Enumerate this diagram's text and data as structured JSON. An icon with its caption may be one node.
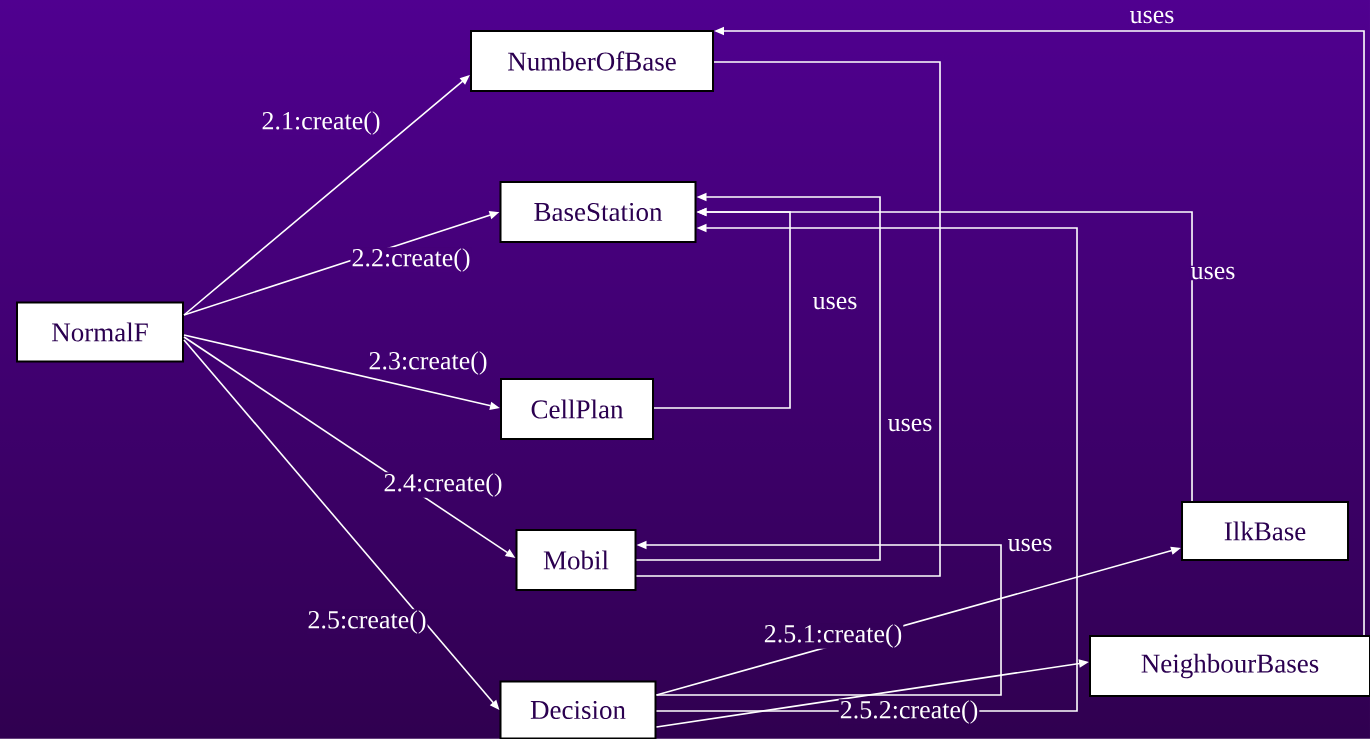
{
  "diagram": {
    "nodes": [
      {
        "text": [
          "NormalF"
        ]
      },
      {
        "text": [
          "NumberOfBase"
        ]
      },
      {
        "text": [
          "BaseStation"
        ]
      },
      {
        "text": [
          "CellPlan"
        ]
      },
      {
        "text": [
          "Mobil"
        ]
      },
      {
        "text": [
          "Decision"
        ]
      },
      {
        "text": [
          "IlkBase"
        ]
      },
      {
        "text": [
          "NeighbourBases"
        ]
      }
    ],
    "edges": [
      {
        "from": 0,
        "to": 1,
        "arrow": "to",
        "label": "2.1:create()"
      },
      {
        "from": 0,
        "to": 2,
        "arrow": "to",
        "label": "2.2:create()"
      },
      {
        "from": 0,
        "to": 3,
        "arrow": "to",
        "label": "2.3:create()"
      },
      {
        "from": 0,
        "to": 4,
        "arrow": "to",
        "label": "2.4:create()"
      },
      {
        "from": 0,
        "to": 5,
        "arrow": "to",
        "label": "2.5:create()"
      },
      {
        "from": 5,
        "to": 6,
        "arrow": "to",
        "label": "2.5.1:create()"
      },
      {
        "from": 5,
        "to": 7,
        "arrow": "to",
        "label": "2.5.2:create()"
      },
      {
        "from": 3,
        "to": 2,
        "arrow": "to",
        "label": "uses"
      },
      {
        "from": 6,
        "to": 2,
        "arrow": "to",
        "label": "uses"
      },
      {
        "from": 4,
        "to": 2,
        "arrow": "to",
        "label": "uses"
      },
      {
        "from": 4,
        "to": 1,
        "arrow": "none"
      },
      {
        "from": 5,
        "to": 4,
        "arrow": "to",
        "label": "uses"
      },
      {
        "from": 5,
        "to": 2,
        "arrow": "to"
      },
      {
        "from": 7,
        "to": 1,
        "arrow": "to",
        "label": "uses"
      }
    ]
  }
}
